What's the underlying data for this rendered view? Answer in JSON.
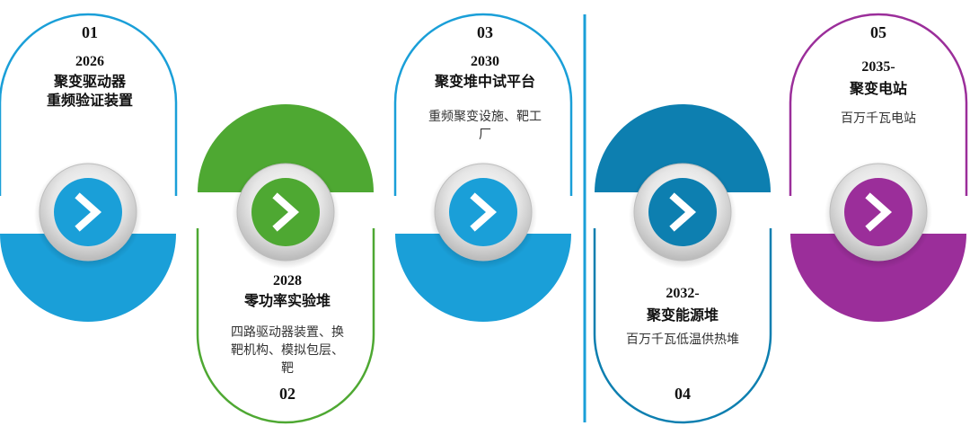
{
  "milestones": [
    {
      "num": "01",
      "year": "2026",
      "name": "聚变驱动器\n重频验证装置",
      "desc": "",
      "color": "#1a9fd8"
    },
    {
      "num": "02",
      "year": "2028",
      "name": "零功率实验堆",
      "desc": "四路驱动器装置、换\n靶机构、模拟包层、\n靶",
      "color": "#4ea832"
    },
    {
      "num": "03",
      "year": "2030",
      "name": "聚变堆中试平台",
      "desc": "重频聚变设施、靶工\n厂",
      "color": "#1a9fd8"
    },
    {
      "num": "04",
      "year": "2032-",
      "name": "聚变能源堆",
      "desc": "百万千瓦低温供热堆",
      "color": "#0d7fb0"
    },
    {
      "num": "05",
      "year": "2035-",
      "name": "聚变电站",
      "desc": "百万千瓦电站",
      "color": "#9b2e9a"
    }
  ],
  "divider_color": "#1a9fd8",
  "icon": "chevron-right-icon"
}
